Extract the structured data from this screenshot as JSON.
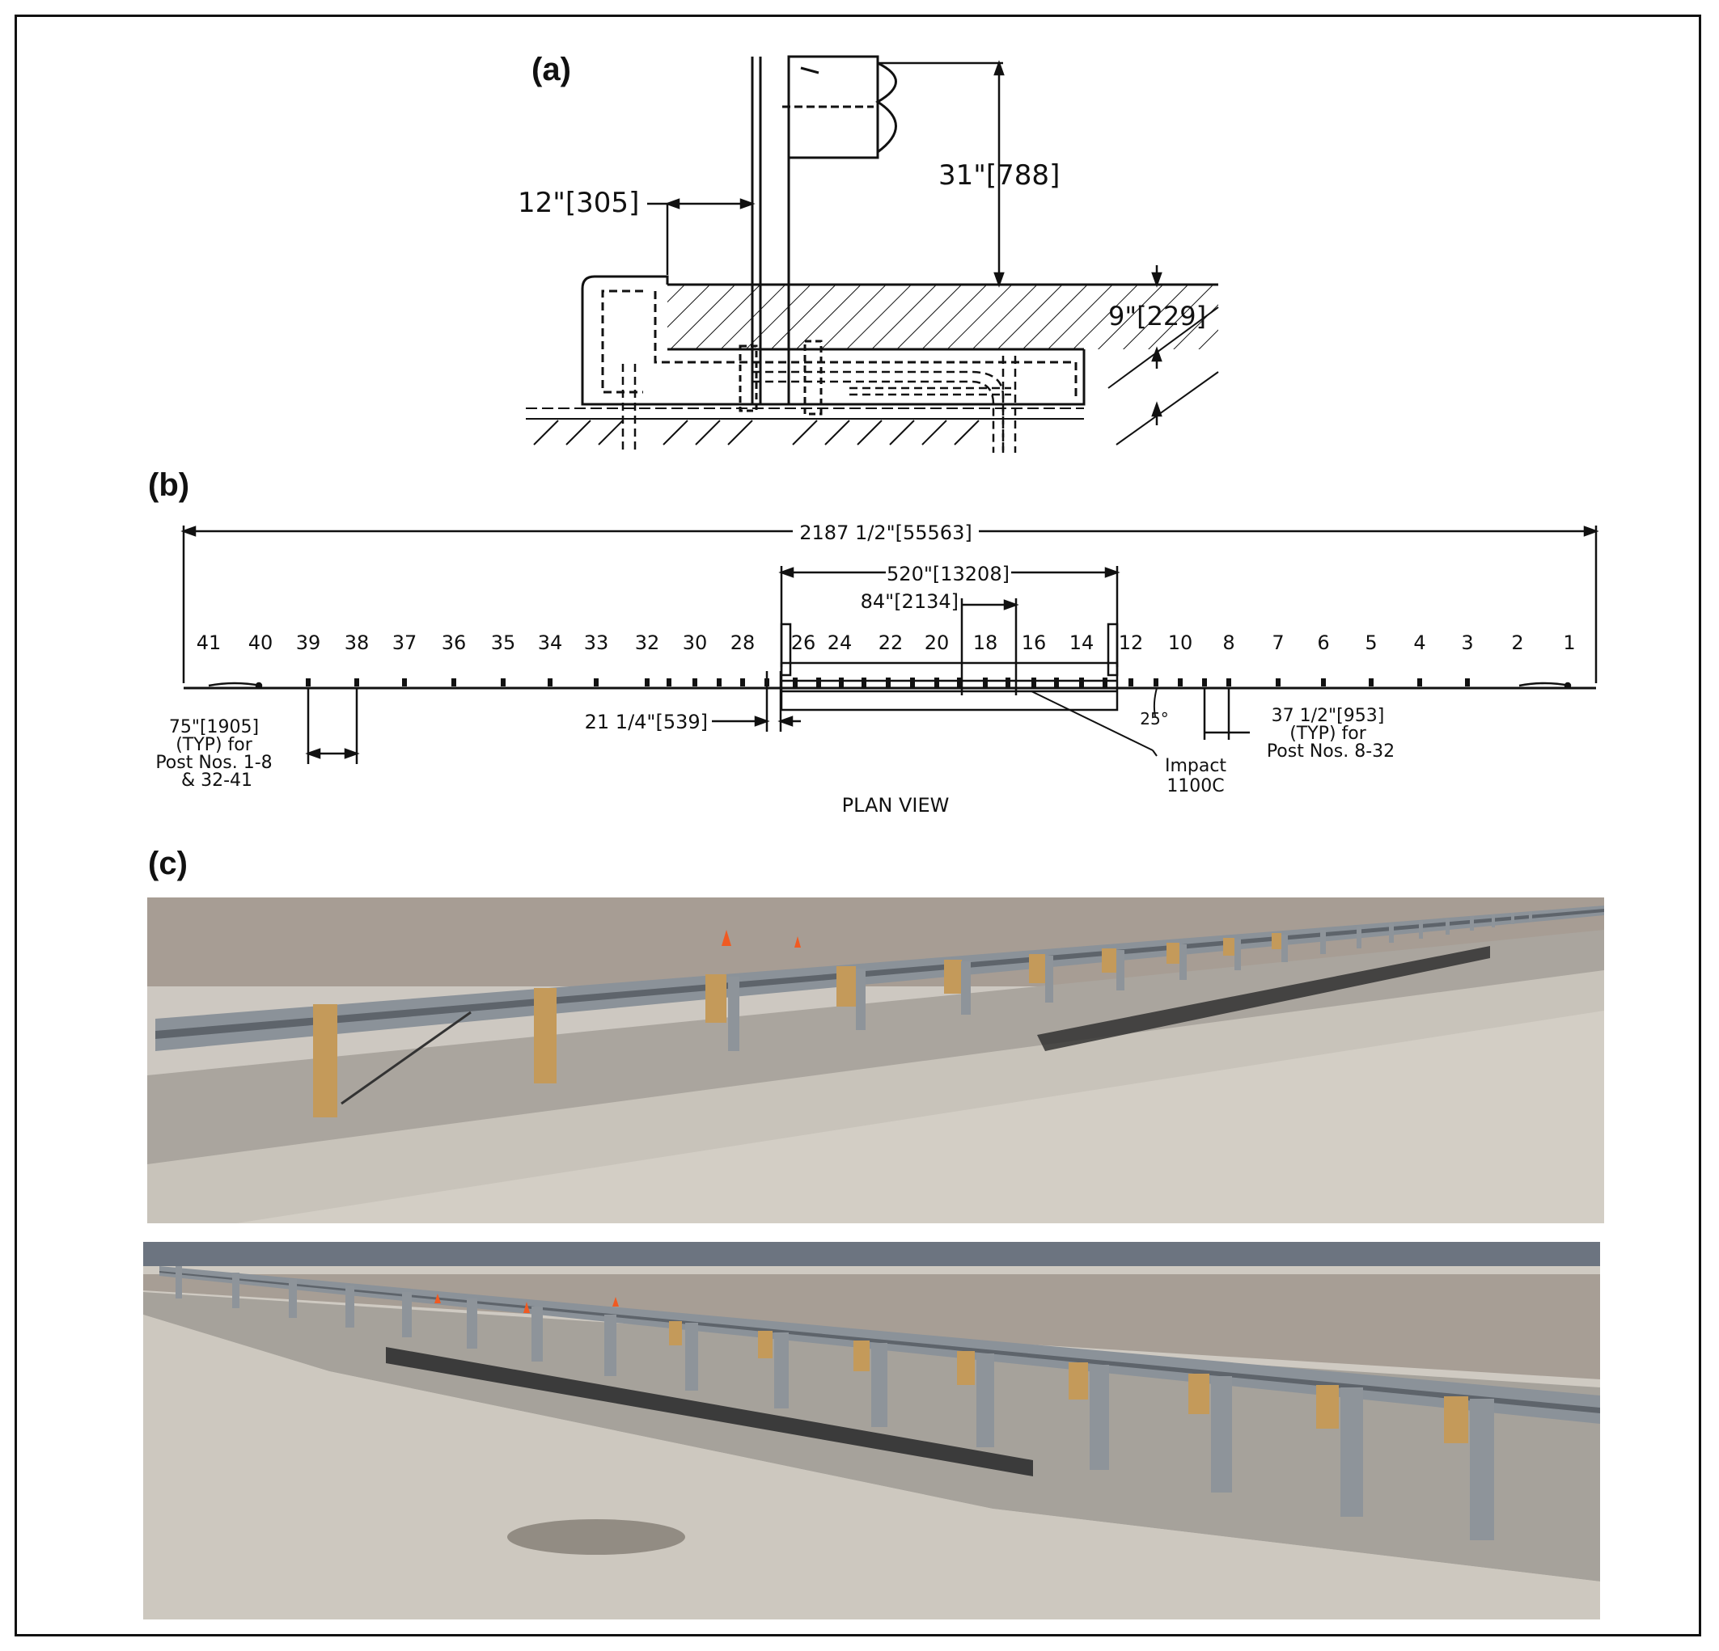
{
  "panels": {
    "a": {
      "label": "(a)",
      "dims": {
        "offset": "12\"[305]",
        "rail_height": "31\"[788]",
        "slab": "9\"[229]"
      }
    },
    "b": {
      "label": "(b)",
      "overall": "2187 1/2\"[55563]",
      "span": "520\"[13208]",
      "sub_span": "84\"[2134]",
      "offset": "21 1/4\"[539]",
      "angle": "25°",
      "impact_line1": "Impact",
      "impact_line2": "1100C",
      "spacing_left": [
        "75\"[1905]",
        "(TYP) for",
        "Post Nos. 1-8",
        "& 32-41"
      ],
      "spacing_right": [
        "37 1/2\"[953]",
        "(TYP) for",
        "Post Nos. 8-32"
      ],
      "view_title": "PLAN VIEW",
      "post_numbers": [
        "41",
        "40",
        "39",
        "38",
        "37",
        "36",
        "35",
        "34",
        "33",
        "32",
        "30",
        "28",
        "26",
        "24",
        "22",
        "20",
        "18",
        "16",
        "14",
        "12",
        "10",
        "8",
        "7",
        "6",
        "5",
        "4",
        "3",
        "2",
        "1"
      ]
    },
    "c": {
      "label": "(c)"
    }
  },
  "colors": {
    "line": "#111111",
    "sky_haze": "#d9d6d1",
    "pavement": "#c9c4bb",
    "gravel": "#a8a49d",
    "timber": "#c49a5a",
    "steel": "#8e949a"
  }
}
